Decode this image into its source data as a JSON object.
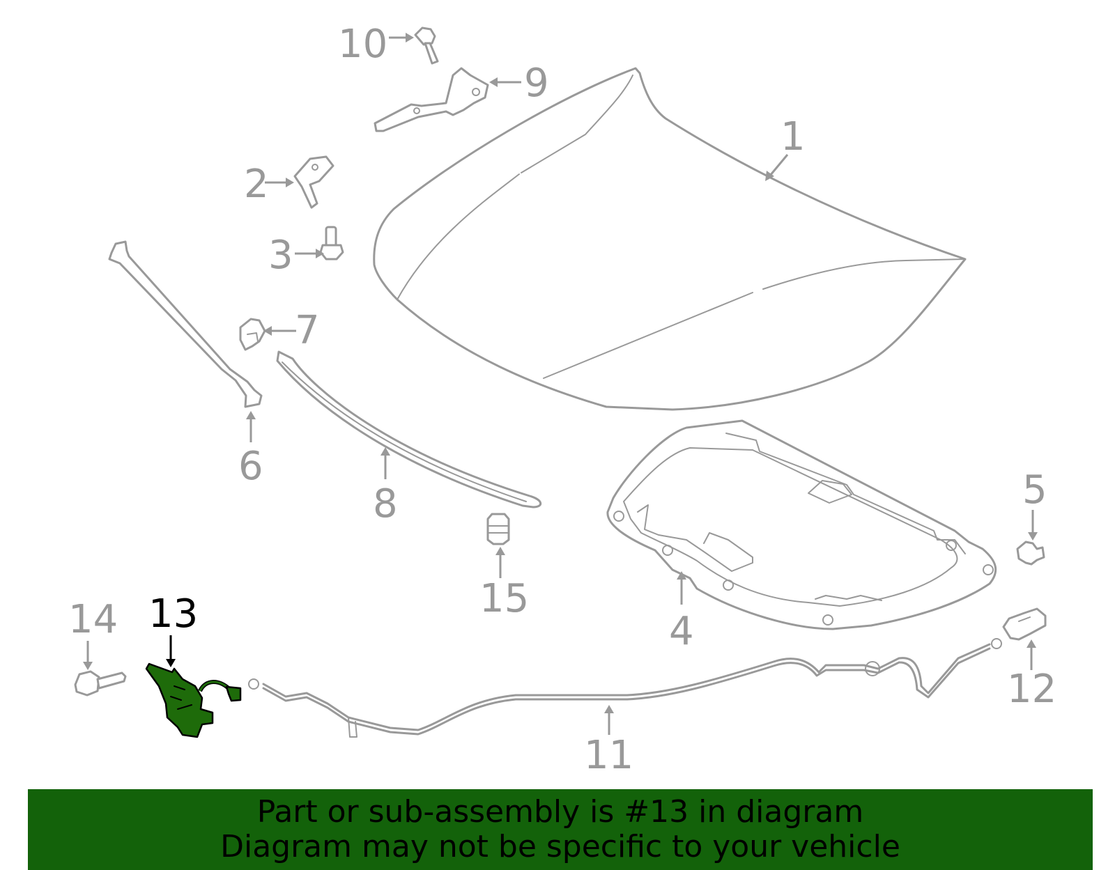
{
  "callouts": {
    "c1": "1",
    "c2": "2",
    "c3": "3",
    "c4": "4",
    "c5": "5",
    "c6": "6",
    "c7": "7",
    "c8": "8",
    "c9": "9",
    "c10": "10",
    "c11": "11",
    "c12": "12",
    "c13": "13",
    "c14": "14",
    "c15": "15"
  },
  "highlighted_part": "13",
  "colors": {
    "line_art": "#999999",
    "highlight_part": "#1e6b0a",
    "highlight_label": "#000000",
    "banner_background": "#13620a",
    "banner_text": "#000000"
  },
  "banner": {
    "line1": "Part or sub-assembly is #13 in diagram",
    "line2": "Diagram may not be specific to your vehicle"
  }
}
